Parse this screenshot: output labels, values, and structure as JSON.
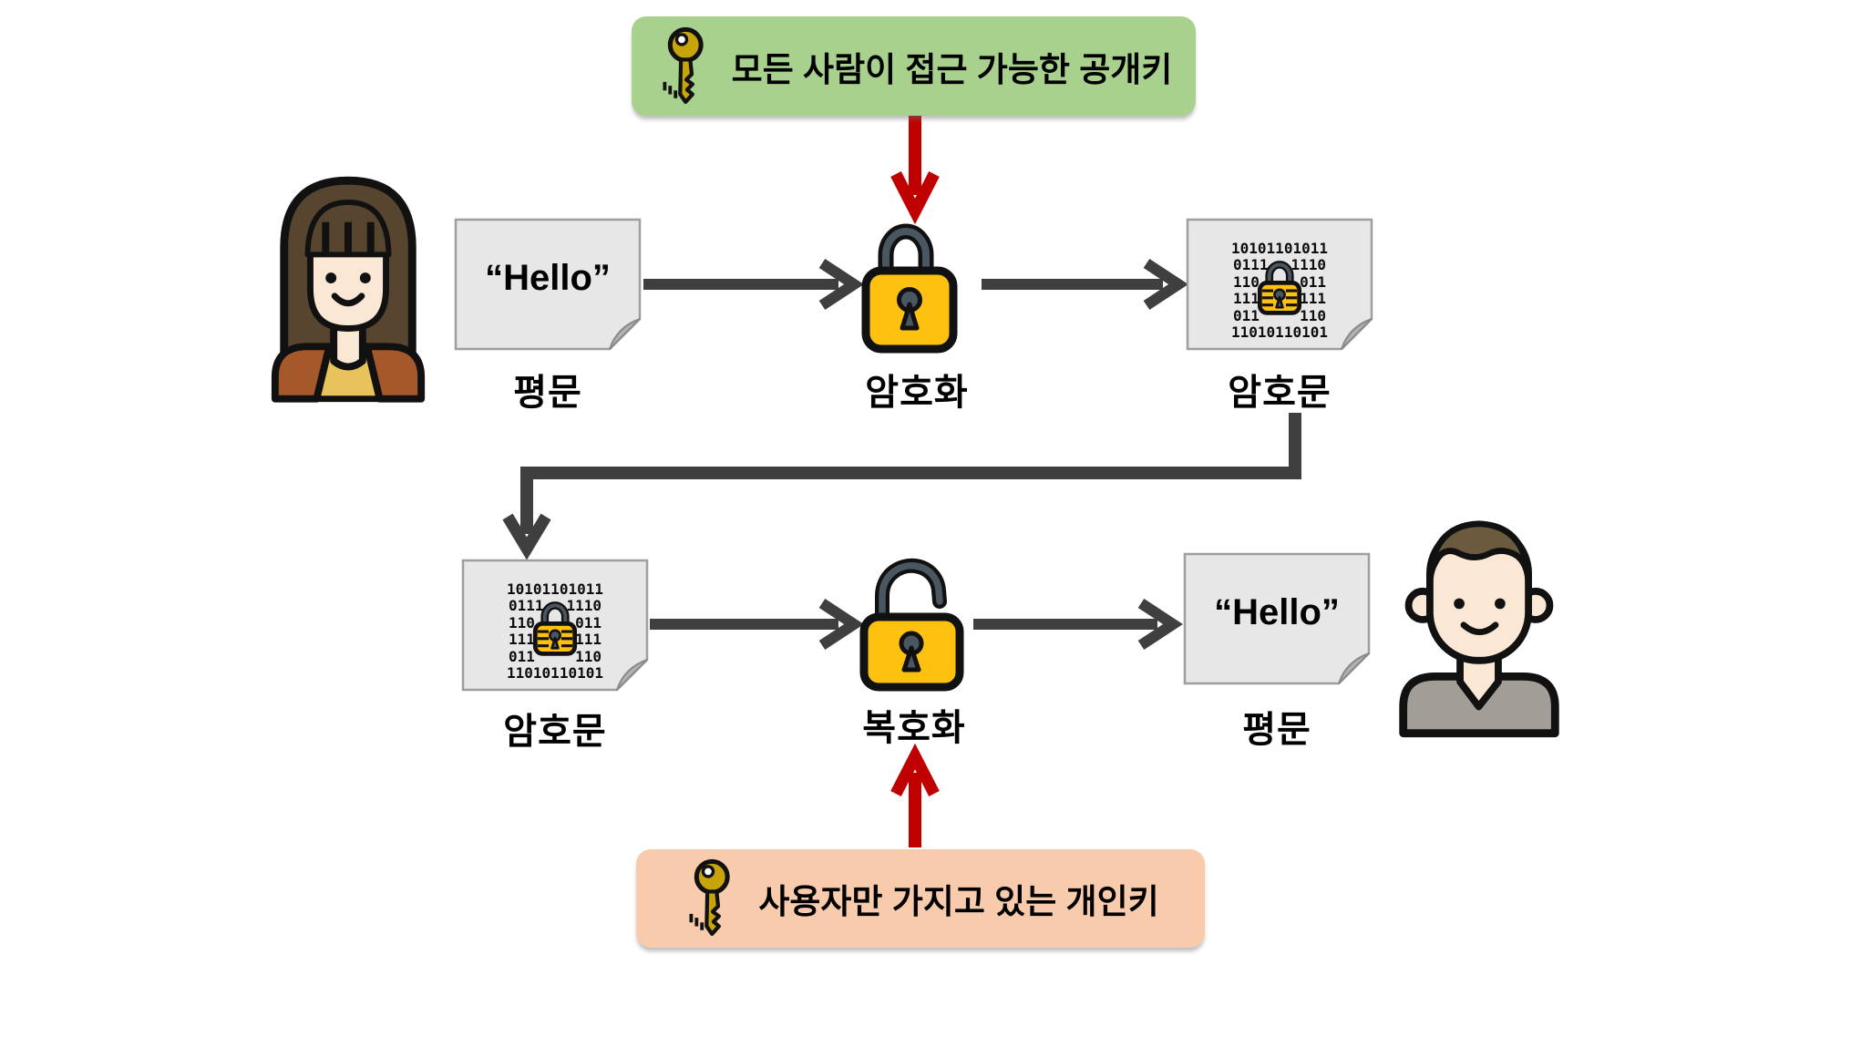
{
  "banners": {
    "public_key": {
      "text": "모든 사람이 접근 가능한 공개키",
      "bg": "#a9d18e",
      "icon": "key-icon"
    },
    "private_key": {
      "text": "사용자만 가지고 있는 개인키",
      "bg": "#f8cbad",
      "icon": "key-icon"
    }
  },
  "nodes": {
    "plaintext_sender": {
      "doc_text": "“Hello”",
      "label": "평문",
      "icon": "document-icon"
    },
    "encryption": {
      "label": "암호화",
      "icon": "closed-padlock-icon"
    },
    "ciphertext_sender": {
      "label": "암호문",
      "icon": "binary-padlock-document-icon"
    },
    "ciphertext_receiver": {
      "label": "암호문",
      "icon": "binary-padlock-document-icon"
    },
    "decryption": {
      "label": "복호화",
      "icon": "open-padlock-icon"
    },
    "plaintext_receiver": {
      "doc_text": "“Hello”",
      "label": "평문",
      "icon": "document-icon"
    }
  },
  "people": {
    "sender": {
      "icon": "woman-avatar"
    },
    "receiver": {
      "icon": "man-avatar"
    }
  },
  "binary": {
    "row1": "10101101011",
    "row2_left": "0111",
    "row2_right": "1110",
    "row3_left": "110",
    "row3_right": "011",
    "row4_left": "111",
    "row4_right": "111",
    "row5_left": "011",
    "row5_right": "110",
    "row6": "11010110101"
  },
  "colors": {
    "public_key_banner_bg": "#a9d18e",
    "private_key_banner_bg": "#f8cbad",
    "key_arrow_red": "#c00000",
    "flow_arrow_gray": "#3f3f3f",
    "lock_body_yellow": "#ffc110",
    "lock_shackle_slate": "#4a5660",
    "paper_fill_gray": "#e8e7e7",
    "paper_fold_gray": "#b3b1b1",
    "key_gold": "#c7a50a"
  }
}
